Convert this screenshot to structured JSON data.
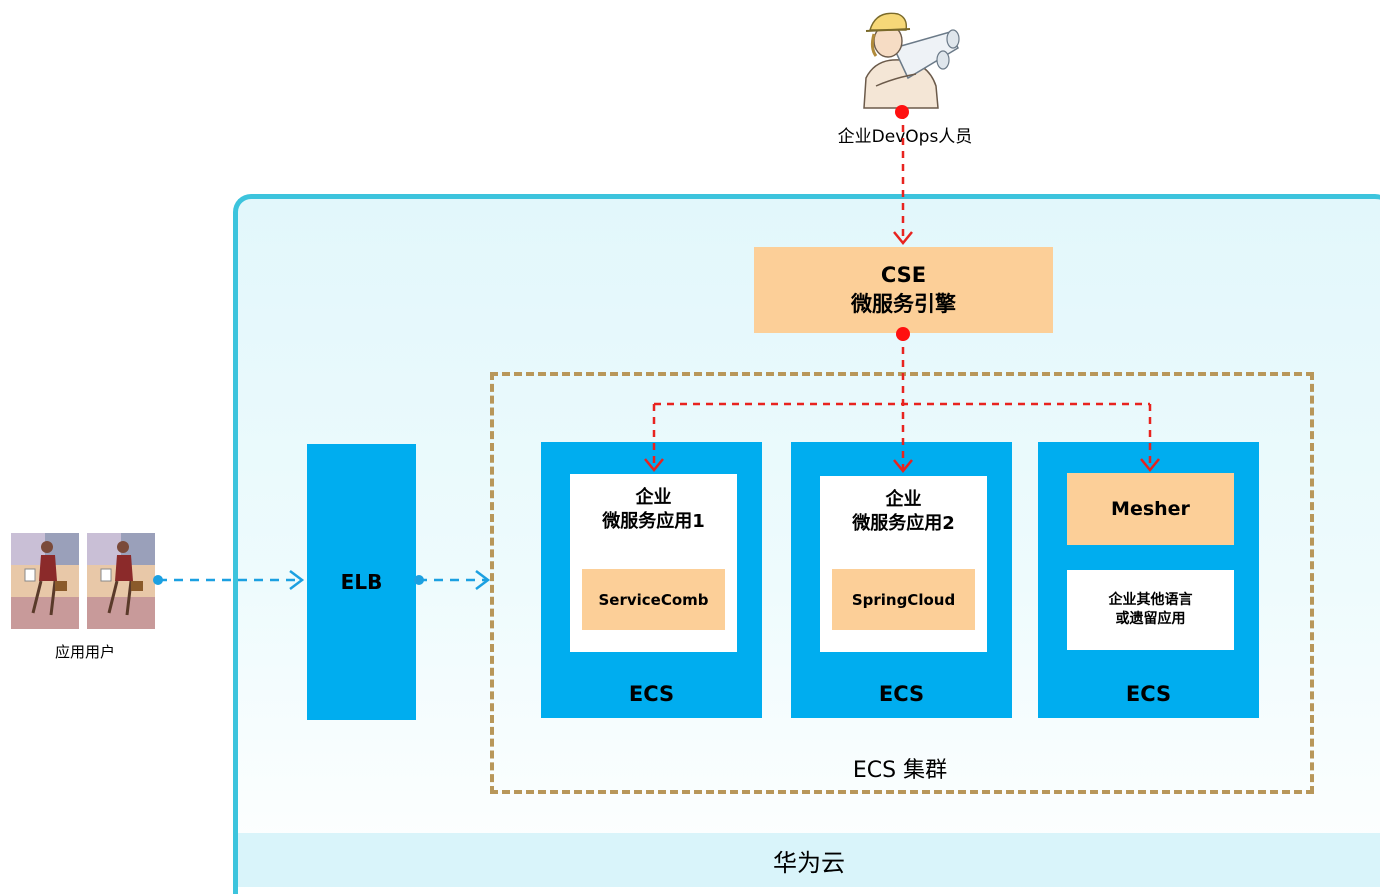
{
  "devops": {
    "label": "企业DevOps人员"
  },
  "user": {
    "label": "应用用户"
  },
  "cse": {
    "line1": "CSE",
    "line2": "微服务引擎"
  },
  "elb": {
    "label": "ELB"
  },
  "cluster": {
    "label": "ECS 集群"
  },
  "cloud": {
    "label": "华为云"
  },
  "ecs_nodes": [
    {
      "title_line1": "企业",
      "title_line2": "微服务应用1",
      "framework": "ServiceComb",
      "label": "ECS"
    },
    {
      "title_line1": "企业",
      "title_line2": "微服务应用2",
      "framework": "SpringCloud",
      "label": "ECS"
    },
    {
      "mesher": "Mesher",
      "legacy_line1": "企业其他语言",
      "legacy_line2": "或遗留应用",
      "label": "ECS"
    }
  ],
  "colors": {
    "cloud_border": "#3cc4dd",
    "cloud_fill": "#e2f7fb",
    "ecs_blue": "#00adef",
    "peach": "#fccf98",
    "cluster_dash": "#b8975a",
    "control_arrow": "#e8231f",
    "traffic_arrow": "#1ba0e1"
  }
}
